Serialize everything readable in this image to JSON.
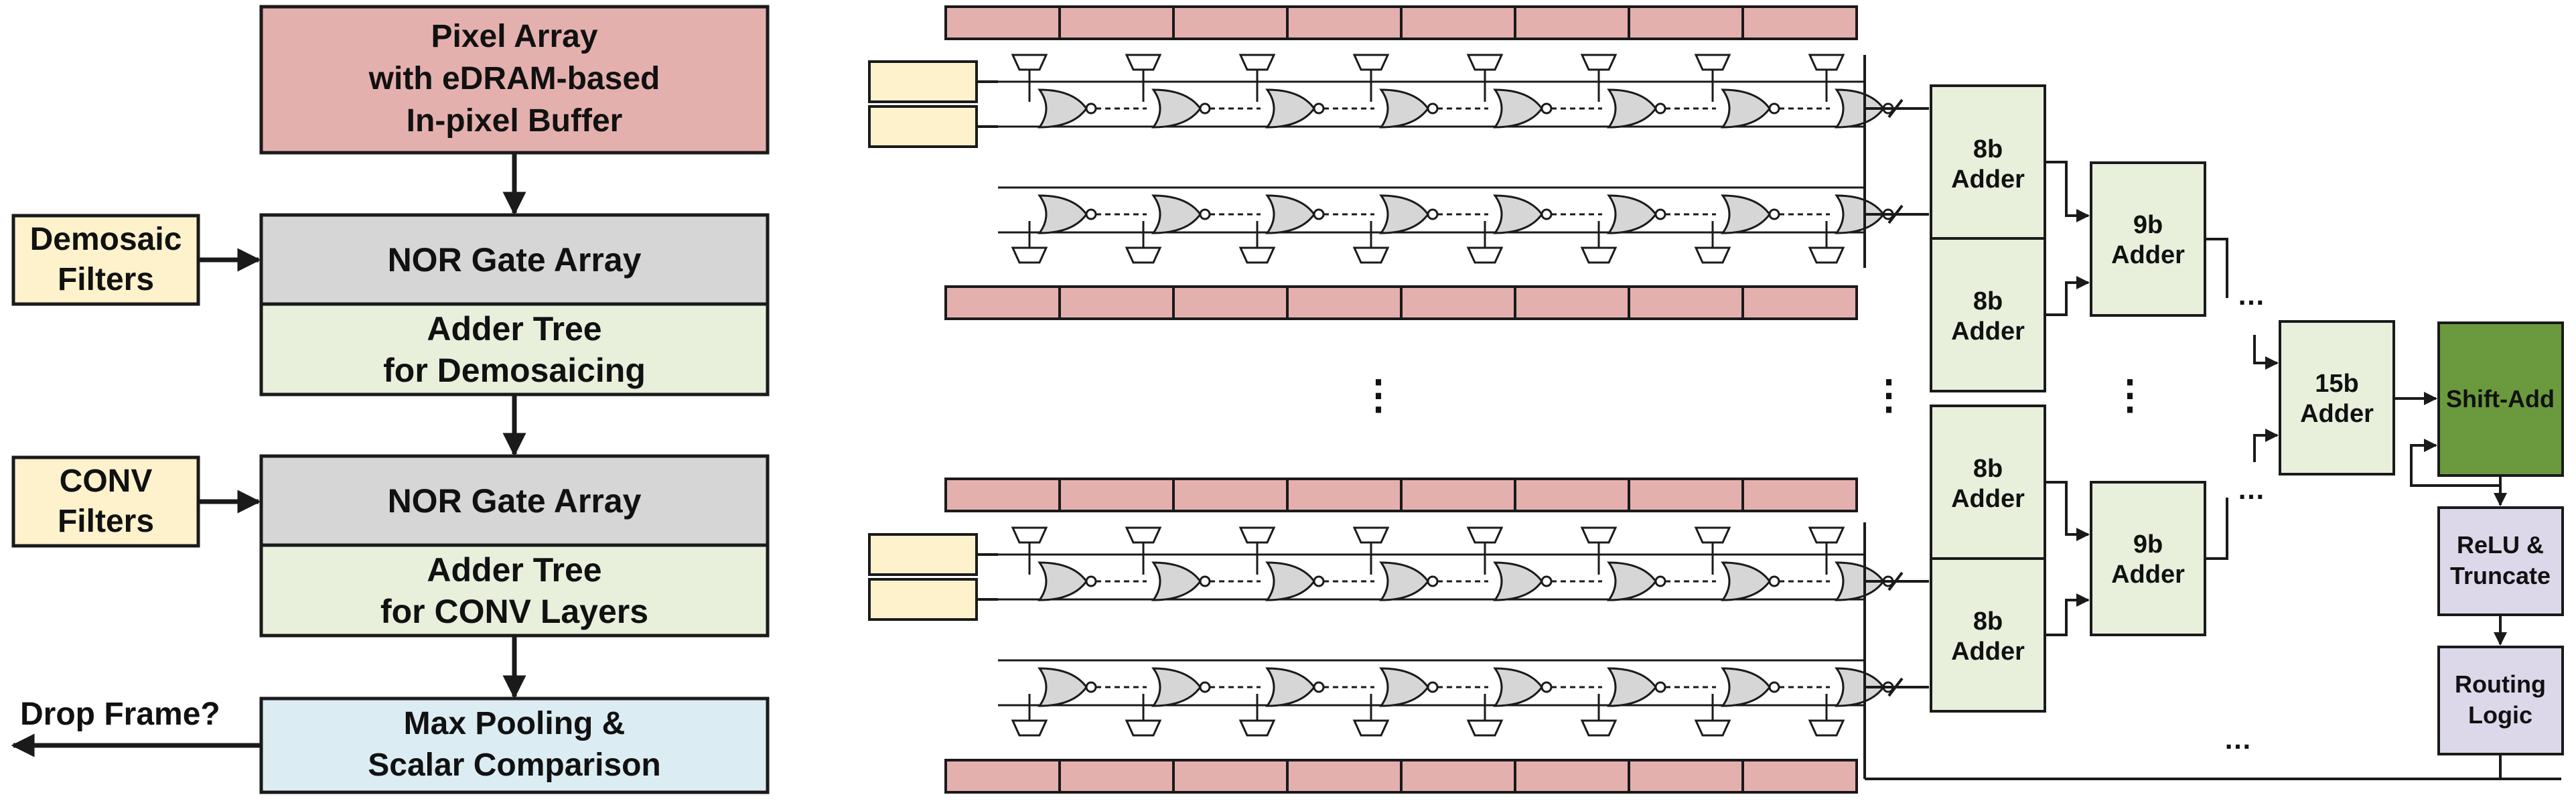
{
  "colors": {
    "pixel": "#e4b0ae",
    "gray": "#d6d6d6",
    "green": "#e8f0dc",
    "yellow": "#fdf2cc",
    "blue": "#dbedf3",
    "dark_green": "#6a9a3d",
    "lavender": "#dcd8ea",
    "stroke": "#1a1a1a"
  },
  "flow": {
    "pixel_array": [
      "Pixel Array",
      "with eDRAM-based",
      "In-pixel Buffer"
    ],
    "nor_gate_array_1": "NOR Gate Array",
    "adder_tree_demosaic": [
      "Adder Tree",
      "for Demosaicing"
    ],
    "demosaic_filters": [
      "Demosaic",
      "Filters"
    ],
    "nor_gate_array_2": "NOR Gate Array",
    "adder_tree_conv": [
      "Adder Tree",
      "for CONV Layers"
    ],
    "conv_filters": [
      "CONV",
      "Filters"
    ],
    "max_pooling": [
      "Max Pooling &",
      "Scalar Comparison"
    ],
    "drop_frame": "Drop Frame?"
  },
  "circuit": {
    "adder_8b": [
      "8b",
      "Adder"
    ],
    "adder_9b": [
      "9b",
      "Adder"
    ],
    "adder_15b": [
      "15b",
      "Adder"
    ],
    "shift_add": "Shift-Add",
    "relu": [
      "ReLU &",
      "Truncate"
    ],
    "routing": [
      "Routing",
      "Logic"
    ],
    "ellipsis": "…",
    "vertical_ellipsis": "⋮"
  }
}
